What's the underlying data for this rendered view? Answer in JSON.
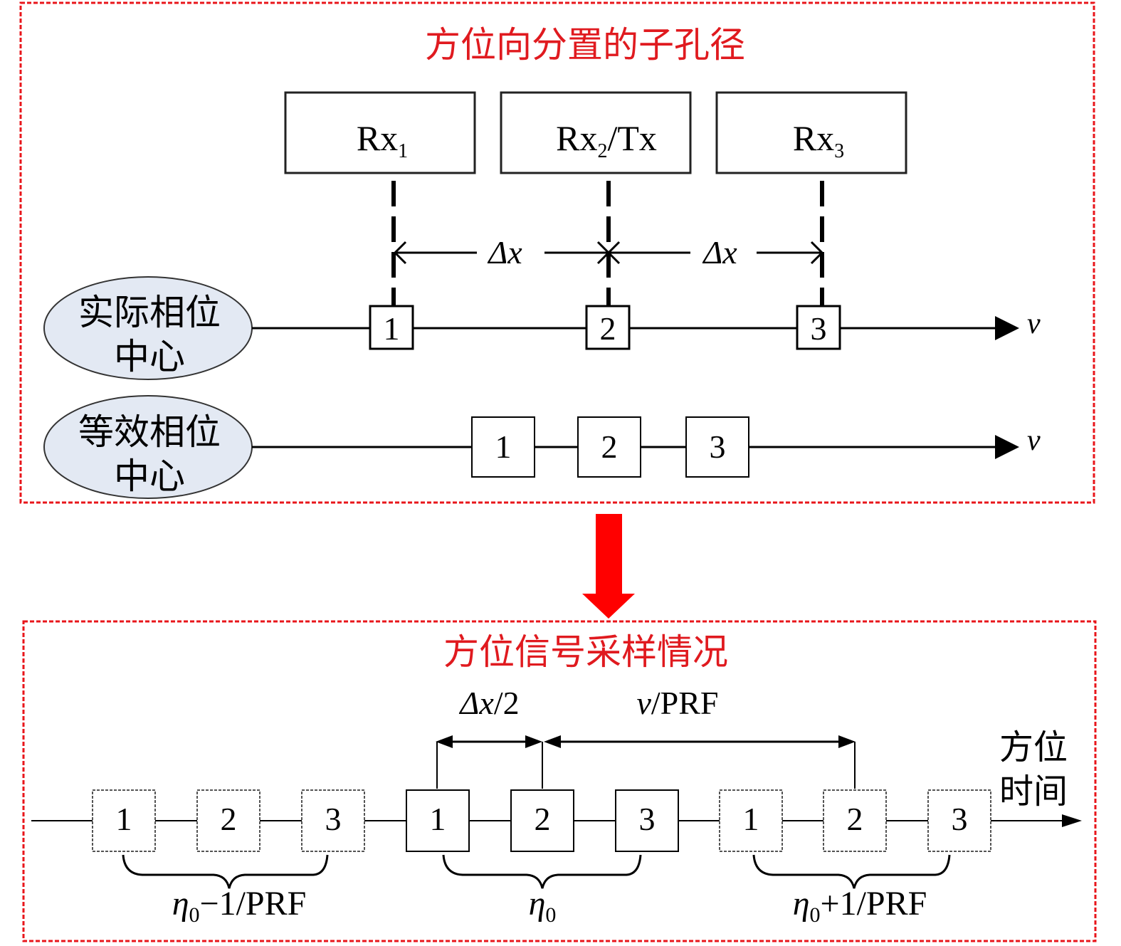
{
  "top_panel": {
    "title": "方位向分置的子孔径",
    "antennas": [
      {
        "base": "Rx",
        "sub": "1",
        "suffix": ""
      },
      {
        "base": "Rx",
        "sub": "2",
        "suffix": "/Tx"
      },
      {
        "base": "Rx",
        "sub": "3",
        "suffix": ""
      }
    ],
    "spacing_label_left": "Δx",
    "spacing_label_right": "Δx",
    "actual_phase_center": {
      "line1": "实际相位",
      "line2": "中心"
    },
    "equivalent_phase_center": {
      "line1": "等效相位",
      "line2": "中心"
    },
    "actual_boxes": [
      "1",
      "2",
      "3"
    ],
    "equivalent_boxes": [
      "1",
      "2",
      "3"
    ],
    "velocity_label": "v"
  },
  "transition_arrow": {
    "color": "#ff0000"
  },
  "bottom_panel": {
    "title": "方位信号采样情况",
    "half_spacing_label": {
      "main": "Δx",
      "rest": "/2"
    },
    "prf_spacing_label": {
      "main": "v",
      "rest": "/PRF"
    },
    "axis_label": {
      "line1": "方位",
      "line2": "时间"
    },
    "groups": [
      {
        "boxes": [
          "1",
          "2",
          "3"
        ],
        "style": "dashed",
        "label": {
          "eta": "η",
          "sub": "0",
          "rest": "−1/PRF"
        }
      },
      {
        "boxes": [
          "1",
          "2",
          "3"
        ],
        "style": "solid",
        "label": {
          "eta": "η",
          "sub": "0",
          "rest": ""
        }
      },
      {
        "boxes": [
          "1",
          "2",
          "3"
        ],
        "style": "dashed",
        "label": {
          "eta": "η",
          "sub": "0",
          "rest": "+1/PRF"
        }
      }
    ]
  },
  "colors": {
    "frame_red": "#e8161b",
    "title_red": "#e01a1f",
    "ellipse_fill": "#e3e9f3",
    "ink": "#000000"
  }
}
